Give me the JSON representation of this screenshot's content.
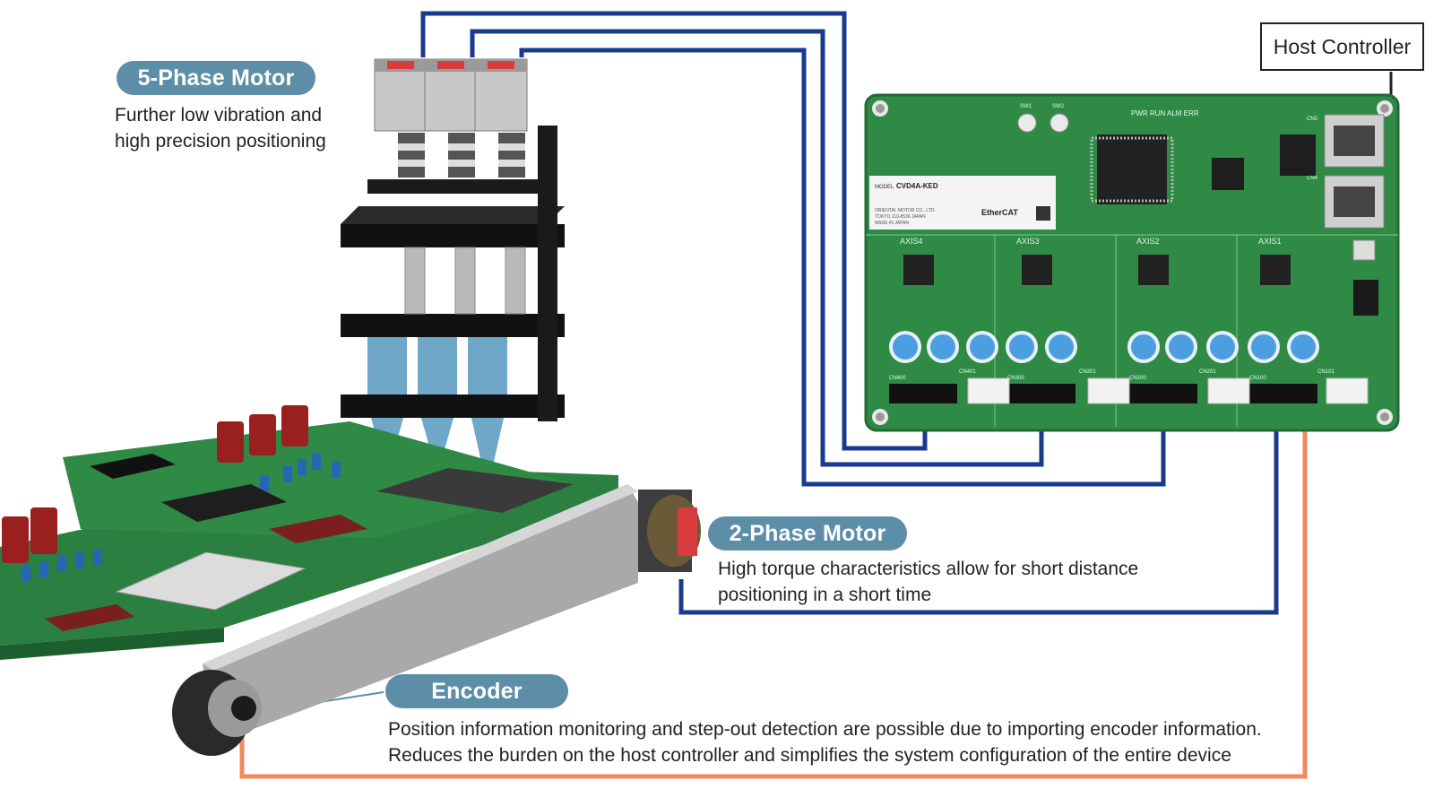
{
  "host_controller": {
    "label": "Host Controller"
  },
  "five_phase": {
    "title": "5-Phase Motor",
    "desc_line1": "Further low vibration and",
    "desc_line2": "high precision positioning"
  },
  "two_phase": {
    "title": "2-Phase Motor",
    "desc_line1": "High torque characteristics allow for short distance",
    "desc_line2": "positioning in a short time"
  },
  "encoder": {
    "title": "Encoder",
    "desc_line1": "Position information monitoring and step-out detection are possible due to importing encoder information.",
    "desc_line2": "Reduces the burden on the host controller and simplifies the system configuration of the entire device"
  },
  "board": {
    "model_prefix": "MODEL",
    "model": "CVD4A-KED",
    "ethercat": "EtherCAT",
    "maker_line1": "ORIENTAL MOTOR CO., LTD.",
    "maker_line2": "TOKYO 110-8536 JAPAN",
    "maker_line3": "MADE IN JAPAN",
    "axes": [
      "AXIS4",
      "AXIS3",
      "AXIS2",
      "AXIS1"
    ],
    "connectors": [
      "CN400",
      "CN401",
      "CN300",
      "CN301",
      "CN200",
      "CN201",
      "CN100",
      "CN101"
    ],
    "switches": [
      "SW1",
      "SW2"
    ],
    "leds": "PWR RUN ALM ERR",
    "ports": [
      "CN5",
      "CN4"
    ]
  },
  "colors": {
    "pill": "#5d8ea8",
    "cable_blue": "#1a3a8f",
    "cable_orange": "#f08a5d",
    "board_green": "#2f8a45"
  }
}
